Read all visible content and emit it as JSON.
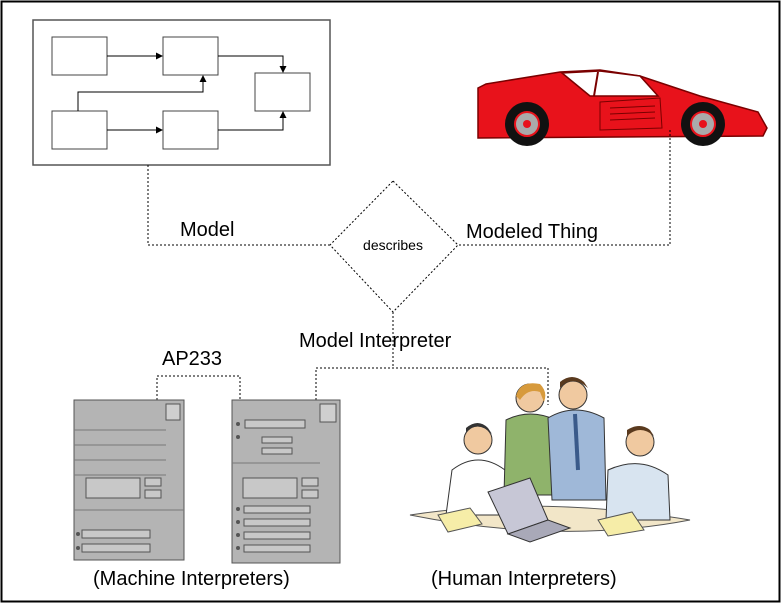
{
  "labels": {
    "model": "Model",
    "modeled_thing": "Modeled Thing",
    "relation": "describes",
    "interpreter": "Model Interpreter",
    "exchange_standard": "AP233",
    "machine_interpreters": "(Machine Interpreters)",
    "human_interpreters": "(Human Interpreters)"
  },
  "icons": {
    "model_diagram": "block-diagram-icon",
    "modeled_thing": "red-sports-car-icon",
    "machine_a": "computer-tower-icon",
    "machine_b": "computer-tower-icon",
    "humans": "people-meeting-icon"
  },
  "colors": {
    "car": "#e8121b",
    "server": "#b4b4b4",
    "line": "#000000"
  }
}
